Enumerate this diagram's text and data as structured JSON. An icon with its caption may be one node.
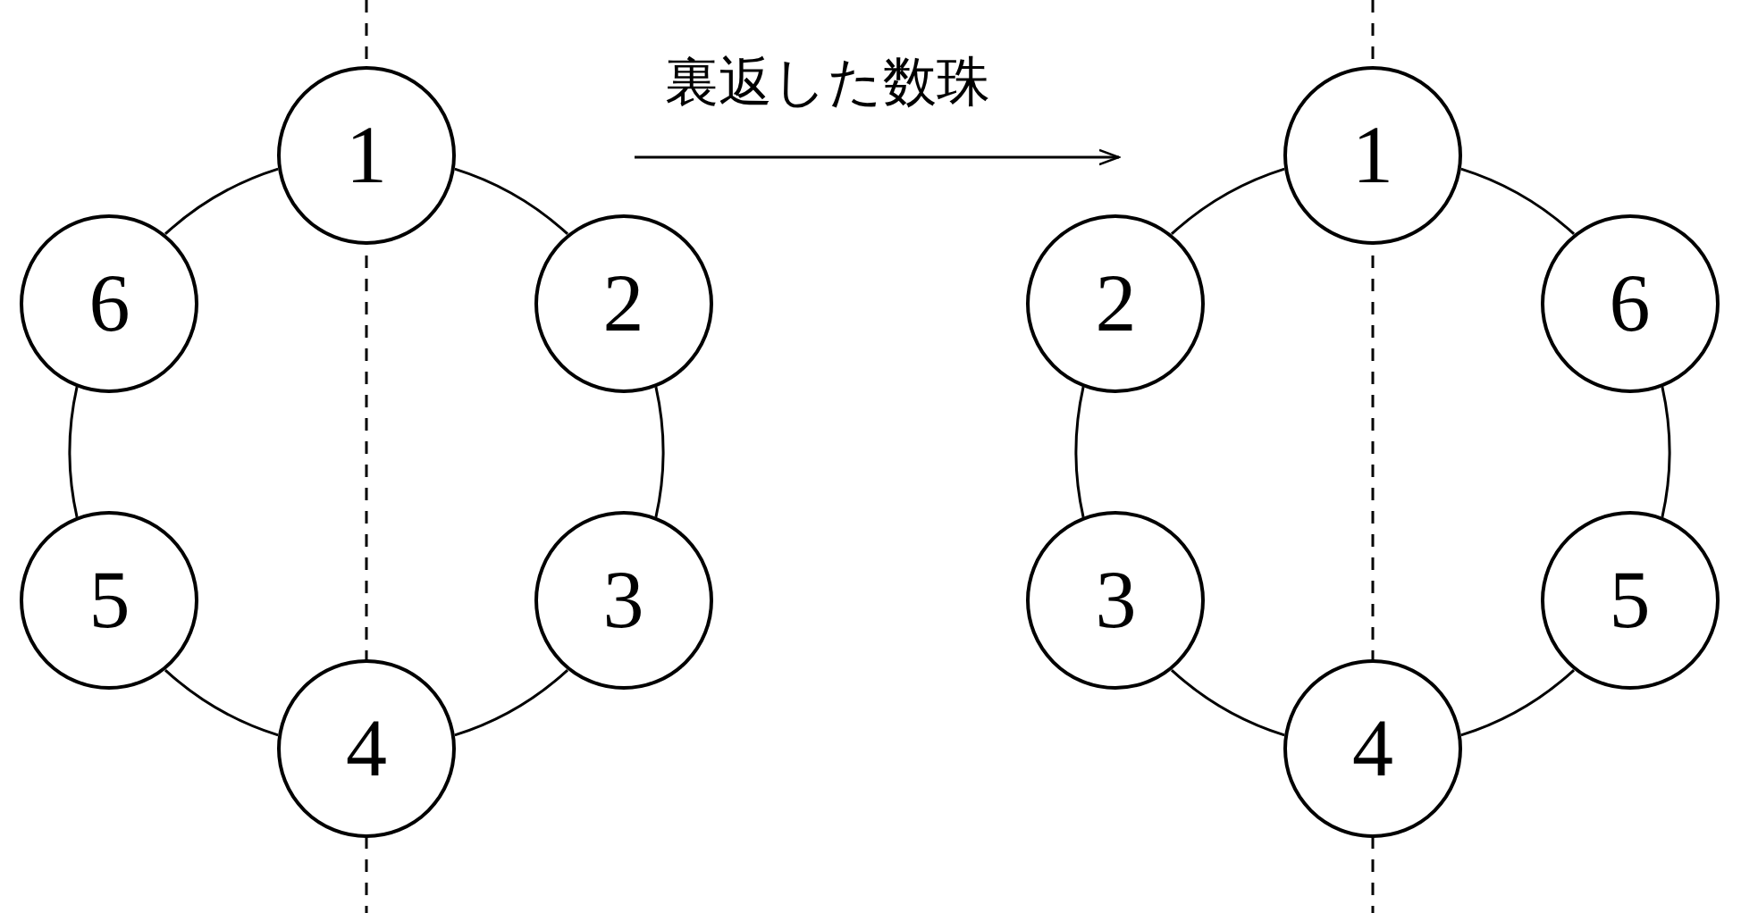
{
  "diagram": {
    "nodes": [
      {
        "text": [
          "1"
        ]
      },
      {
        "text": [
          "6"
        ]
      },
      {
        "text": [
          "2"
        ]
      },
      {
        "text": [
          "5"
        ]
      },
      {
        "text": [
          "3"
        ]
      },
      {
        "text": [
          "4"
        ]
      },
      {
        "text": [
          "1"
        ]
      },
      {
        "text": [
          "2"
        ]
      },
      {
        "text": [
          "6"
        ]
      },
      {
        "text": [
          "3"
        ]
      },
      {
        "text": [
          "5"
        ]
      },
      {
        "text": [
          "4"
        ]
      }
    ],
    "edges": [
      {
        "from": 0,
        "to": 2,
        "arrow": "none"
      },
      {
        "from": 2,
        "to": 4,
        "arrow": "none"
      },
      {
        "from": 4,
        "to": 5,
        "arrow": "none"
      },
      {
        "from": 5,
        "to": 3,
        "arrow": "none"
      },
      {
        "from": 3,
        "to": 1,
        "arrow": "none"
      },
      {
        "from": 1,
        "to": 0,
        "arrow": "none"
      },
      {
        "from": 6,
        "to": 8,
        "arrow": "none"
      },
      {
        "from": 8,
        "to": 10,
        "arrow": "none"
      },
      {
        "from": 10,
        "to": 11,
        "arrow": "none"
      },
      {
        "from": 11,
        "to": 9,
        "arrow": "none"
      },
      {
        "from": 9,
        "to": 7,
        "arrow": "none"
      },
      {
        "from": 7,
        "to": 6,
        "arrow": "none"
      }
    ],
    "labels": [
      "裏返した数珠"
    ]
  }
}
